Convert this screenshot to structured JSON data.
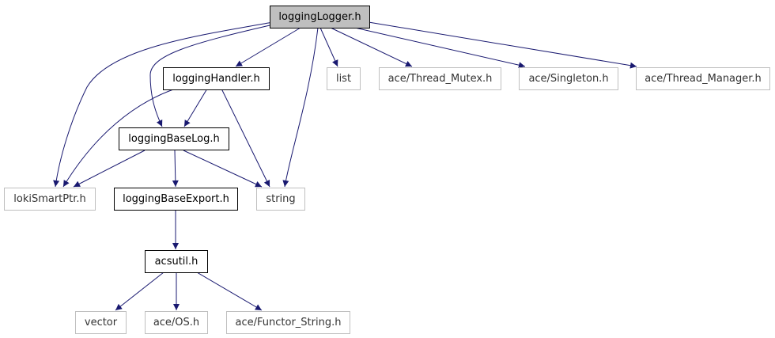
{
  "graph": {
    "colors": {
      "edge": "#191970",
      "root_fill": "#bfbfbf",
      "local_border": "#000000",
      "external_border": "#bfbfbf"
    },
    "nodes": {
      "loggingLogger": "loggingLogger.h",
      "loggingHandler": "loggingHandler.h",
      "list": "list",
      "aceThreadMutex": "ace/Thread_Mutex.h",
      "aceSingleton": "ace/Singleton.h",
      "aceThreadManager": "ace/Thread_Manager.h",
      "loggingBaseLog": "loggingBaseLog.h",
      "lokiSmartPtr": "lokiSmartPtr.h",
      "loggingBaseExport": "loggingBaseExport.h",
      "string": "string",
      "acsutil": "acsutil.h",
      "vector": "vector",
      "aceOS": "ace/OS.h",
      "aceFunctorString": "ace/Functor_String.h"
    }
  }
}
